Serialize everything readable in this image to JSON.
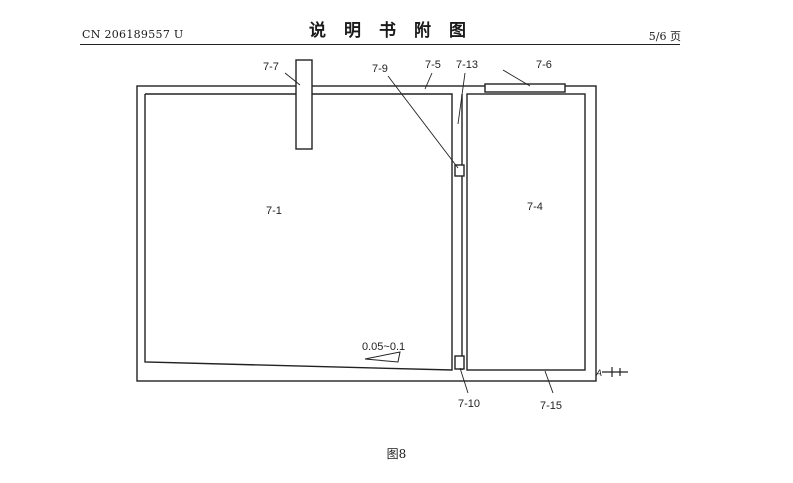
{
  "header": {
    "doc_number": "CN 206189557 U",
    "title": "说明书附图",
    "page": "5/6 页"
  },
  "figure": {
    "labels": {
      "l7_7": "7-7",
      "l7_9": "7-9",
      "l7_5": "7-5",
      "l7_13": "7-13",
      "l7_6": "7-6",
      "l7_1": "7-1",
      "l7_4": "7-4",
      "slope": "0.05~0.1",
      "l7_10": "7-10",
      "l7_15": "7-15",
      "direction": "A"
    },
    "caption": "图8"
  }
}
